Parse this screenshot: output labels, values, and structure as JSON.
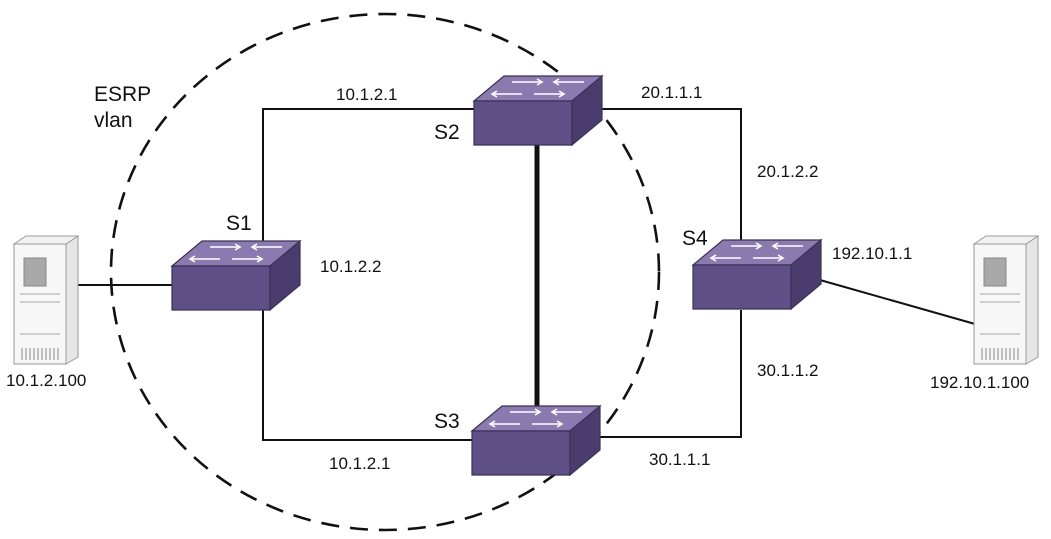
{
  "diagram": {
    "vlan_label": [
      "ESRP",
      "vlan"
    ],
    "switches": {
      "s1": "S1",
      "s2": "S2",
      "s3": "S3",
      "s4": "S4"
    },
    "addresses": {
      "s1_s2_link": "10.1.2.1",
      "s1_port": "10.1.2.2",
      "s1_s3_link": "10.1.2.1",
      "s2_s4_link": "20.1.1.1",
      "s4_upper": "20.1.2.2",
      "s4_right": "192.10.1.1",
      "s4_lower": "30.1.1.2",
      "s3_s4_link": "30.1.1.1"
    },
    "hosts": {
      "left": "10.1.2.100",
      "right": "192.10.1.100"
    },
    "colors": {
      "switch_top": "#8a7ab0",
      "switch_front": "#5e4f86",
      "switch_side": "#4a3d6d",
      "line": "#111111"
    }
  }
}
